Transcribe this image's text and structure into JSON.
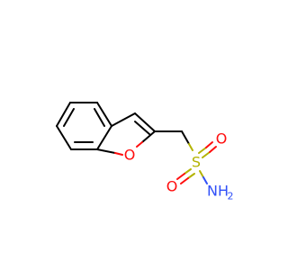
{
  "molecule": {
    "atoms": {
      "ring_oxygen": {
        "symbol": "O",
        "color": "#ff0d0d"
      },
      "sulfur": {
        "symbol": "S",
        "color": "#b3b300"
      },
      "oxygen_upper": {
        "symbol": "O",
        "color": "#ff0d0d"
      },
      "oxygen_lower": {
        "symbol": "O",
        "color": "#ff0d0d"
      },
      "nitrogen": {
        "symbol": "NH",
        "color": "#3050f8"
      },
      "hydrogen_sub": {
        "symbol": "2",
        "color": "#3050f8"
      }
    }
  }
}
